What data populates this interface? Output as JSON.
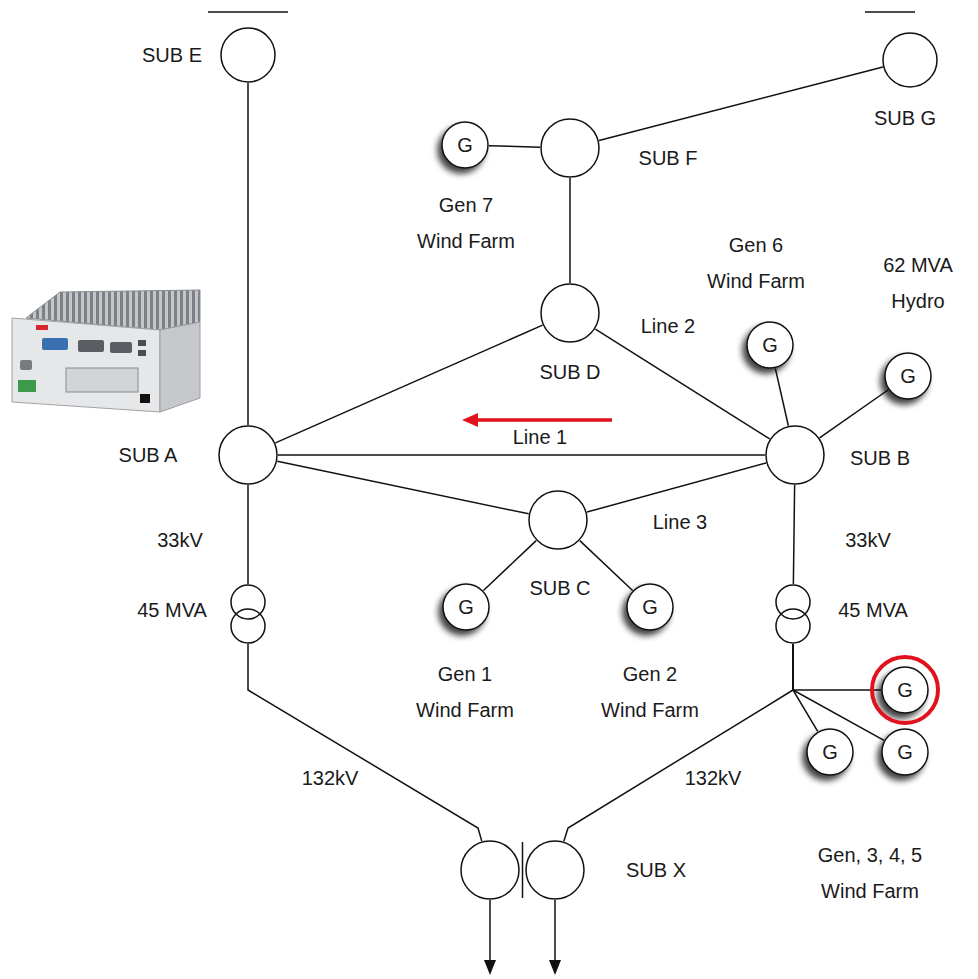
{
  "diagram": {
    "nodes": [
      {
        "text": [
          "SUB E"
        ]
      },
      {
        "text": [
          "SUB G"
        ]
      },
      {
        "text": [
          "G",
          "Gen 7 Wind Farm"
        ]
      },
      {
        "text": [
          "SUB F"
        ]
      },
      {
        "text": [
          "SUB D"
        ]
      },
      {
        "text": [
          "G",
          "Gen 6 Wind Farm"
        ]
      },
      {
        "text": [
          "G",
          "62 MVA Hydro"
        ]
      },
      {
        "text": [
          "SUB A"
        ]
      },
      {
        "text": [
          "SUB B"
        ]
      },
      {
        "text": [
          "SUB C"
        ]
      },
      {
        "text": [
          "45 MVA"
        ]
      },
      {
        "text": [
          "45 MVA"
        ]
      },
      {
        "text": [
          "G",
          "Gen 1 Wind Farm"
        ]
      },
      {
        "text": [
          "G",
          "Gen 2 Wind Farm"
        ]
      },
      {
        "text": [
          "G"
        ]
      },
      {
        "text": [
          "G"
        ]
      },
      {
        "text": [
          "G"
        ]
      },
      {
        "text": [
          "SUB X"
        ]
      }
    ],
    "edges": [
      {
        "from": 0,
        "to": 7,
        "arrow": "none"
      },
      {
        "from": 3,
        "to": 1,
        "arrow": "none"
      },
      {
        "from": 2,
        "to": 3,
        "arrow": "none"
      },
      {
        "from": 3,
        "to": 4,
        "arrow": "none"
      },
      {
        "from": 4,
        "to": 7,
        "arrow": "none"
      },
      {
        "from": 4,
        "to": 8,
        "arrow": "none",
        "label": "Line 2"
      },
      {
        "from": 7,
        "to": 8,
        "arrow": "none",
        "label": "Line 1"
      },
      {
        "from": 7,
        "to": 9,
        "arrow": "none"
      },
      {
        "from": 9,
        "to": 8,
        "arrow": "none",
        "label": "Line 3"
      },
      {
        "from": 5,
        "to": 8,
        "arrow": "none"
      },
      {
        "from": 6,
        "to": 8,
        "arrow": "none"
      },
      {
        "from": 12,
        "to": 9,
        "arrow": "none"
      },
      {
        "from": 13,
        "to": 9,
        "arrow": "none"
      },
      {
        "from": 7,
        "to": 10,
        "arrow": "none",
        "label": "33kV"
      },
      {
        "from": 8,
        "to": 11,
        "arrow": "none",
        "label": "33kV"
      },
      {
        "from": 10,
        "to": 17,
        "arrow": "none",
        "label": "132kV"
      },
      {
        "from": 11,
        "to": 17,
        "arrow": "none",
        "label": "132kV"
      },
      {
        "from": 11,
        "to": 14,
        "arrow": "none"
      },
      {
        "from": 11,
        "to": 15,
        "arrow": "none"
      },
      {
        "from": 11,
        "to": 16,
        "arrow": "none"
      }
    ],
    "labels": [
      "Gen, 3, 4, 5 Wind Farm"
    ]
  }
}
